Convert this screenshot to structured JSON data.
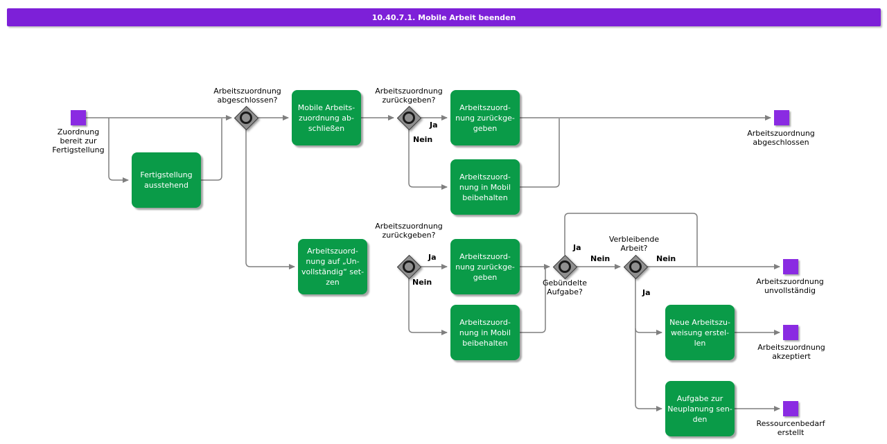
{
  "title": "10.40.7.1. Mobile Arbeit beenden",
  "colors": {
    "header": "#7D20D8",
    "event": "#8A2BE2",
    "task": "#0A9B48",
    "gateway_fill": "#8F8F8F",
    "gateway_border": "#3A3A3A",
    "gateway_ring": "#191919",
    "connector": "#7F7F7F"
  },
  "events": {
    "start": {
      "lines": [
        "Zuordnung",
        "bereit zur",
        "Fertigstellung"
      ]
    },
    "abgeschlossen": {
      "lines": [
        "Arbeitszuordnung",
        "abgeschlossen"
      ]
    },
    "unvollstaendig": {
      "lines": [
        "Arbeitszuordnung",
        "unvollständig"
      ]
    },
    "akzeptiert": {
      "lines": [
        "Arbeitszuordnung",
        "akzeptiert"
      ]
    },
    "ressourcenbedarf": {
      "lines": [
        "Ressourcenbedarf",
        "erstellt"
      ]
    }
  },
  "tasks": {
    "fertigstellung": {
      "lines": [
        "Fertigstellung",
        "ausstehend"
      ]
    },
    "mobile_abschliessen": {
      "lines": [
        "Mobile Arbeits-",
        "zuordnung ab-",
        "schließen"
      ]
    },
    "zurueck_oben": {
      "lines": [
        "Arbeitszuord-",
        "nung zurückge-",
        "geben"
      ]
    },
    "mobil_oben": {
      "lines": [
        "Arbeitszuord-",
        "nung in Mobil",
        "beibehalten"
      ]
    },
    "unvollstaendig_setzen": {
      "lines": [
        "Arbeitszuord-",
        "nung auf „Un-",
        "vollständig“ set-",
        "zen"
      ]
    },
    "zurueck_unten": {
      "lines": [
        "Arbeitszuord-",
        "nung zurückge-",
        "geben"
      ]
    },
    "mobil_unten": {
      "lines": [
        "Arbeitszuord-",
        "nung in Mobil",
        "beibehalten"
      ]
    },
    "neue_zuweisung": {
      "lines": [
        "Neue Arbeitszu-",
        "weisung erstel-",
        "len"
      ]
    },
    "neuplanung": {
      "lines": [
        "Aufgabe zur",
        "Neuplanung sen-",
        "den"
      ]
    }
  },
  "gateways": {
    "abgeschlossen": {
      "lines": [
        "Arbeitszuordnung",
        "abgeschlossen?"
      ]
    },
    "zurueckgeben_oben": {
      "lines": [
        "Arbeitszuordnung",
        "zurückgeben?"
      ]
    },
    "zurueckgeben_unten": {
      "lines": [
        "Arbeitszuordnung",
        "zurückgeben?"
      ]
    },
    "gebuendelt": {
      "lines": [
        "Gebündelte",
        "Aufgabe?"
      ]
    },
    "verbleibend": {
      "lines": [
        "Verbleibende",
        "Arbeit?"
      ]
    }
  },
  "edges": {
    "gw2_ja": "Ja",
    "gw2_nein": "Nein",
    "gw3_ja": "Ja",
    "gw3_nein": "Nein",
    "gw4_ja": "Ja",
    "gw4_nein": "Nein",
    "gw5_ja": "Ja",
    "gw5_nein": "Nein"
  }
}
